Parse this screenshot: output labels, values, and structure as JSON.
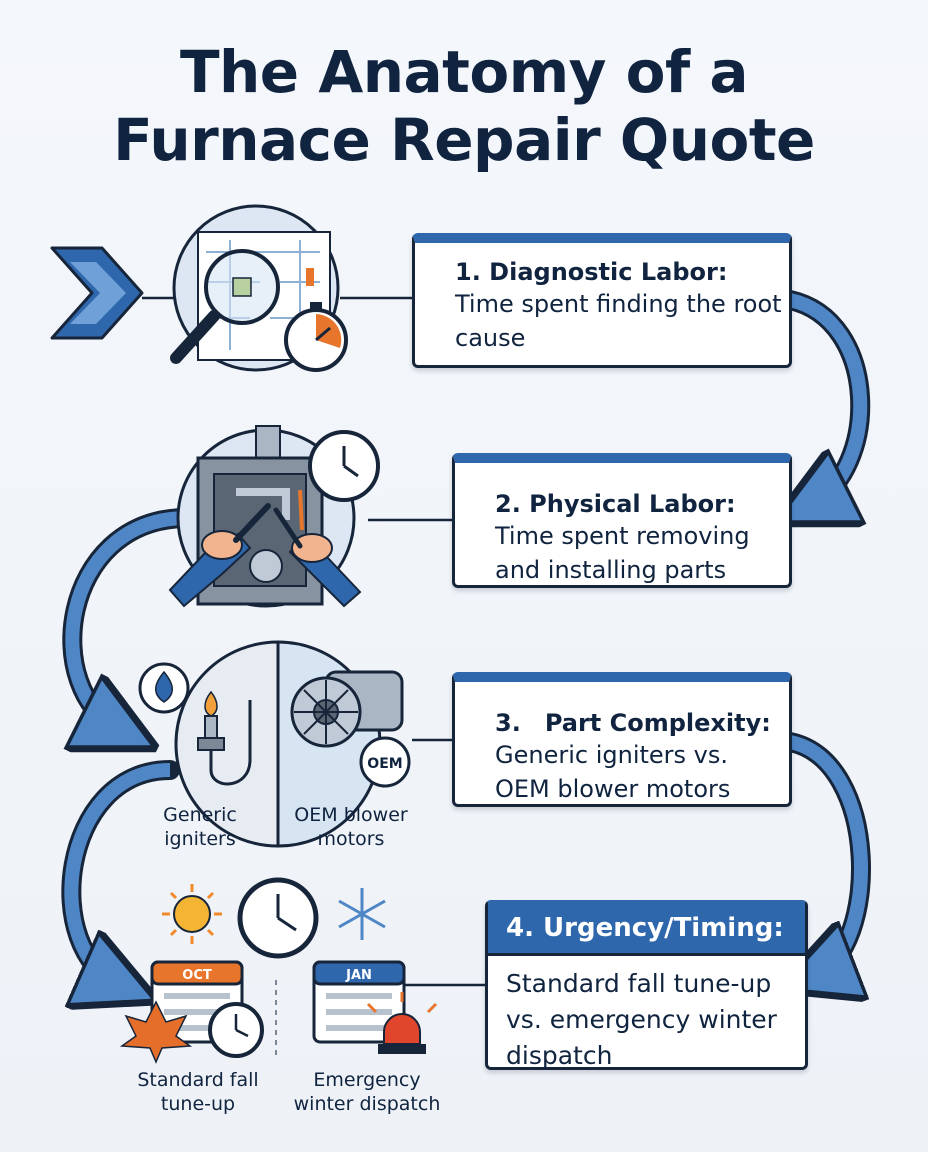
{
  "title": {
    "line1": "The Anatomy of a",
    "line2": "Furnace Repair Quote"
  },
  "steps": [
    {
      "head": "1. Diagnostic Labor:",
      "body": "Time spent finding the root cause"
    },
    {
      "head": "2. Physical Labor:",
      "body": "Time spent removing and installing parts"
    },
    {
      "head": "3. Part Complexity:",
      "body": "Generic igniters vs. OEM blower motors"
    },
    {
      "head": "4. Urgency/Timing:",
      "body": "Standard fall tune-up vs. emergency winter dispatch"
    }
  ],
  "illustration_labels": {
    "generic_igniters": "Generic igniters",
    "oem_blower_motors": "OEM blower motors",
    "oem_badge": "OEM",
    "standard_fall": "Standard fall tune-up",
    "emergency_winter": "Emergency winter dispatch",
    "oct": "OCT",
    "jan": "JAN"
  },
  "colors": {
    "navy": "#10233f",
    "accent_blue": "#2f67ad",
    "arrow_blue": "#4f86c6",
    "orange": "#e7762c"
  }
}
